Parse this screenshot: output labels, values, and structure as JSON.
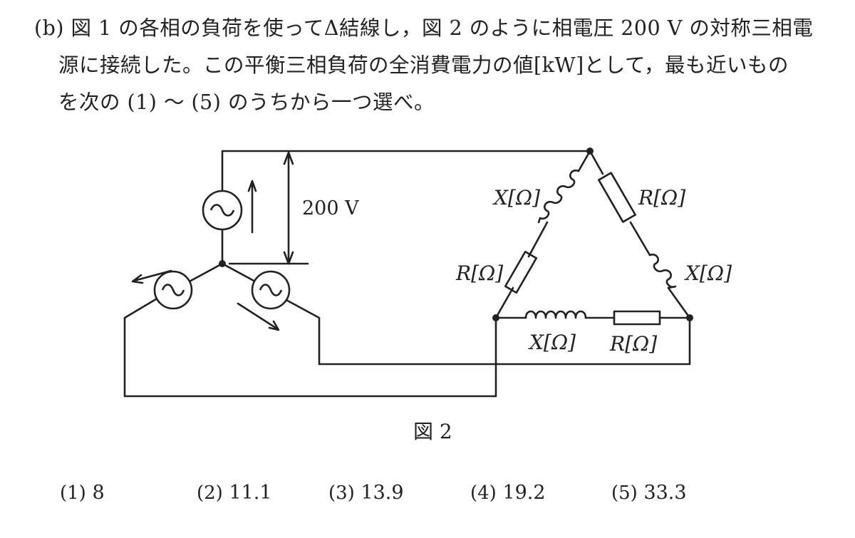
{
  "question": {
    "lines": [
      "(b) 図 1 の各相の負荷を使ってΔ結線し，図 2 のように相電圧 200 V の対称三相電",
      "源に接続した。この平衡三相負荷の全消費電力の値[kW]として，最も近いもの",
      "を次の (1) ～ (5) のうちから一つ選べ。"
    ]
  },
  "figure": {
    "voltage_label": "200 V",
    "components": {
      "x_top_left": "X[Ω]",
      "r_top_right": "R[Ω]",
      "r_left": "R[Ω]",
      "x_right": "X[Ω]",
      "x_bottom": "X[Ω]",
      "r_bottom": "R[Ω]"
    },
    "caption": "図 2"
  },
  "choices": [
    {
      "label": "(1)",
      "value": "8"
    },
    {
      "label": "(2)",
      "value": "11.1"
    },
    {
      "label": "(3)",
      "value": "13.9"
    },
    {
      "label": "(4)",
      "value": "19.2"
    },
    {
      "label": "(5)",
      "value": "33.3"
    }
  ]
}
